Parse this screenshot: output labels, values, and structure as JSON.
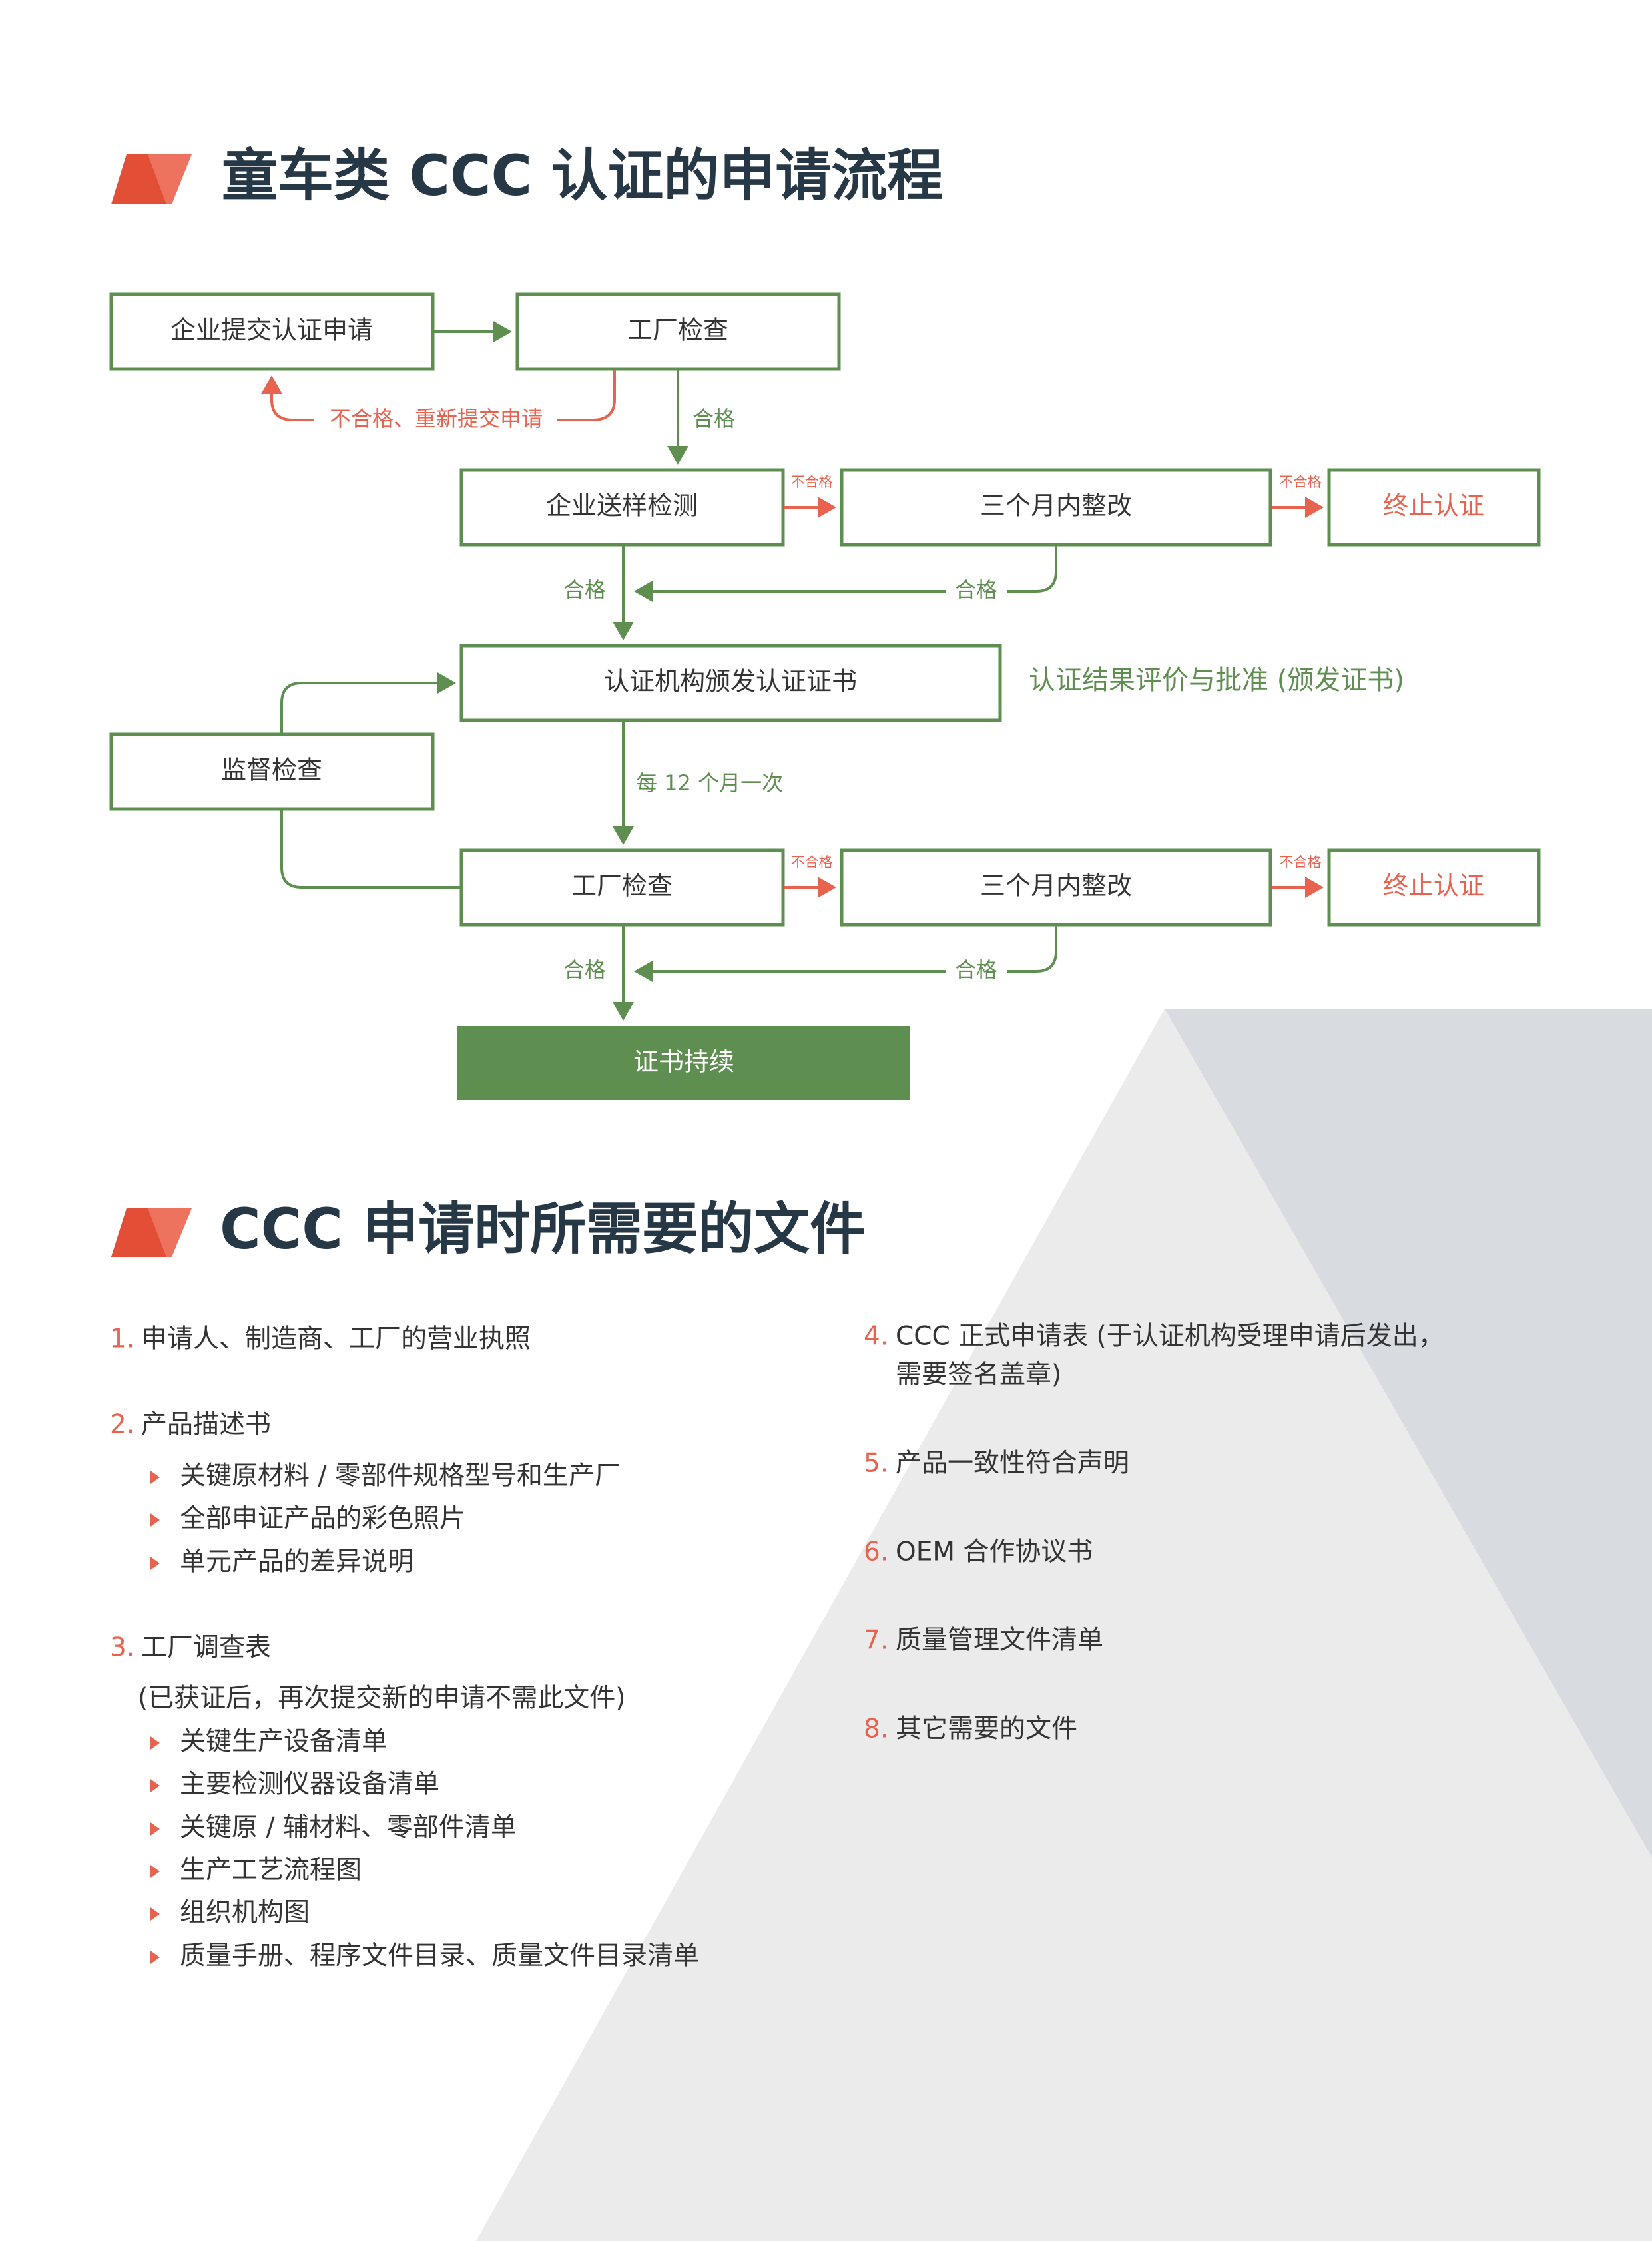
{
  "section1": {
    "title": "童车类 CCC 认证的申请流程",
    "flow": {
      "submit": "企业提交认证申请",
      "factory_check": "工厂检查",
      "resubmit_label": "不合格、重新提交申请",
      "pass": "合格",
      "sample_test": "企业送样检测",
      "fail": "不合格",
      "rectify": "三个月内整改",
      "terminate": "终止认证",
      "issue_cert": "认证机构颁发认证证书",
      "issue_note": "认证结果评价与批准 (颁发证书)",
      "supervision": "监督检查",
      "frequency": "每 12 个月一次",
      "factory_check2": "工厂检查",
      "rectify2": "三个月内整改",
      "terminate2": "终止认证",
      "continue": "证书持续"
    }
  },
  "section2": {
    "title": "CCC 申请时所需要的文件",
    "left": [
      {
        "num": "1.",
        "text": "申请人、制造商、工厂的营业执照"
      },
      {
        "num": "2.",
        "text": "产品描述书",
        "bullets": [
          "关键原材料 / 零部件规格型号和生产厂",
          "全部申证产品的彩色照片",
          "单元产品的差异说明"
        ]
      },
      {
        "num": "3.",
        "text": "工厂调查表",
        "note": "(已获证后，再次提交新的申请不需此文件)",
        "bullets": [
          "关键生产设备清单",
          "主要检测仪器设备清单",
          "关键原 / 辅材料、零部件清单",
          "生产工艺流程图",
          "组织机构图",
          "质量手册、程序文件目录、质量文件目录清单"
        ]
      }
    ],
    "right": [
      {
        "num": "4.",
        "text": "CCC 正式申请表 (于认证机构受理申请后发出，",
        "text2": "需要签名盖章)"
      },
      {
        "num": "5.",
        "text": "产品一致性符合声明"
      },
      {
        "num": "6.",
        "text": "OEM 合作协议书"
      },
      {
        "num": "7.",
        "text": "质量管理文件清单"
      },
      {
        "num": "8.",
        "text": "其它需要的文件"
      }
    ]
  },
  "colors": {
    "green": "#5e8f50",
    "red": "#e8634f",
    "title": "#263746"
  }
}
